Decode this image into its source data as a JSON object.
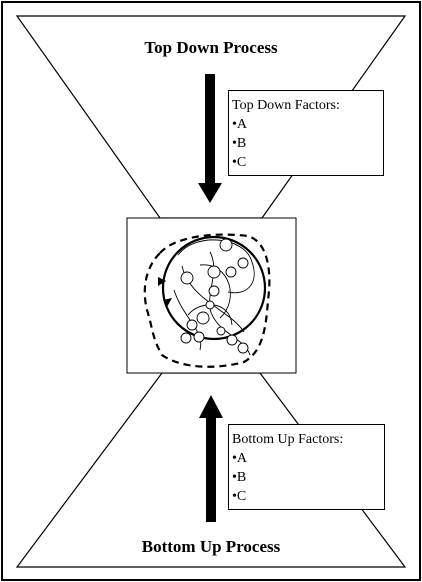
{
  "top": {
    "title": "Top Down Process",
    "factors_heading": "Top Down Factors:",
    "factors": [
      "A",
      "B",
      "C"
    ]
  },
  "bottom": {
    "title": "Bottom Up Process",
    "factors_heading": "Bottom Up Factors:",
    "factors": [
      "A",
      "B",
      "C"
    ]
  },
  "colors": {
    "line": "#000000",
    "background": "#ffffff"
  }
}
